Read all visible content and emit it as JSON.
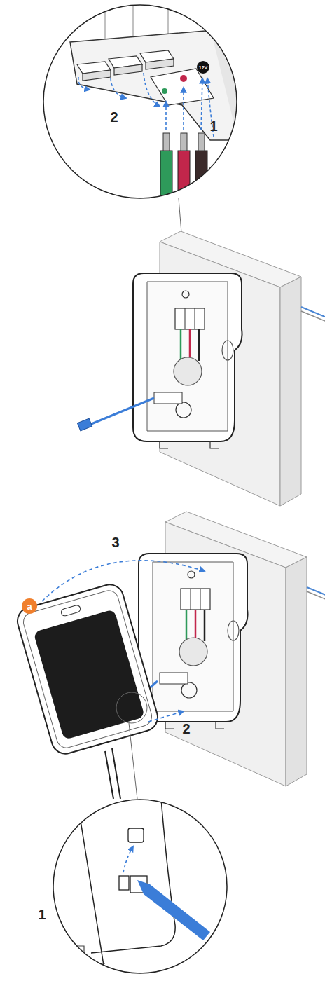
{
  "diagram": {
    "nodes": [
      {
        "text": [
          "a"
        ]
      }
    ],
    "labels": [
      "2",
      "1",
      "12V",
      "3",
      "2",
      "1"
    ]
  }
}
